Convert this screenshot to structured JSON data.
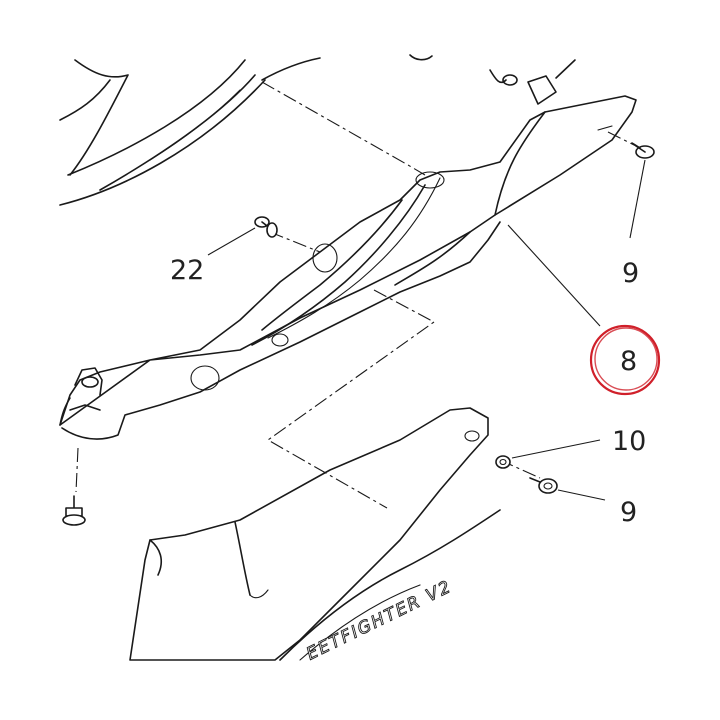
{
  "callouts": {
    "c22": "22",
    "c9a": "9",
    "c8": "8",
    "c10": "10",
    "c9b": "9"
  },
  "decal_text": "EETFIGHTER V2",
  "highlight": {
    "callout": "8",
    "color": "#d0202a"
  }
}
